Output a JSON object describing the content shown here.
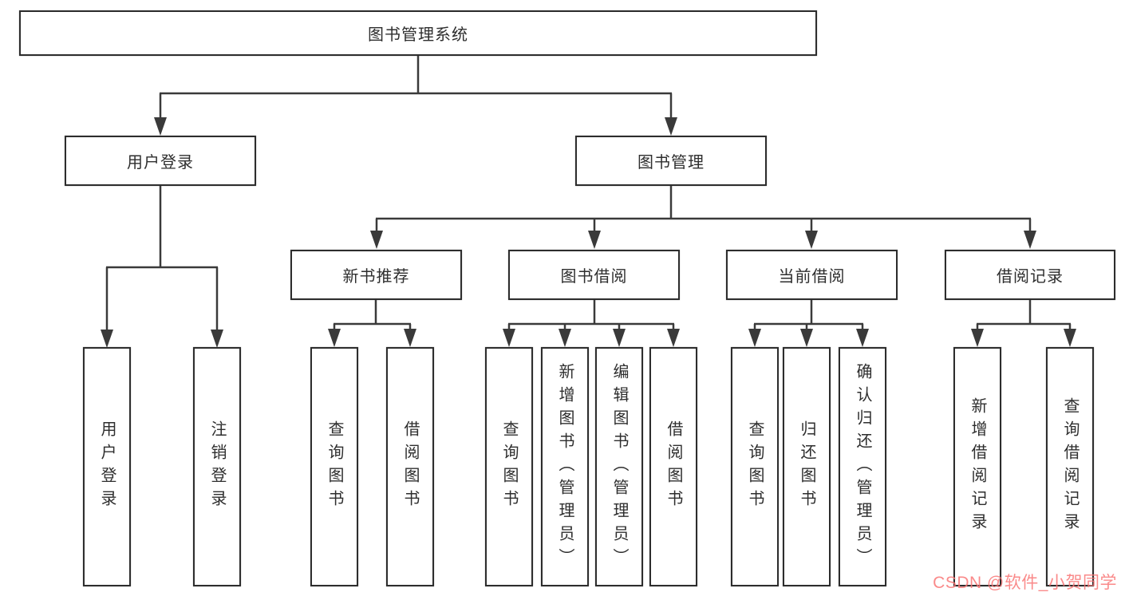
{
  "tree": {
    "label": "图书管理系统",
    "children": [
      {
        "label": "用户登录",
        "children": [
          {
            "label": "用户登录"
          },
          {
            "label": "注销登录"
          }
        ]
      },
      {
        "label": "图书管理",
        "children": [
          {
            "label": "新书推荐",
            "children": [
              {
                "label": "查询图书"
              },
              {
                "label": "借阅图书"
              }
            ]
          },
          {
            "label": "图书借阅",
            "children": [
              {
                "label": "查询图书"
              },
              {
                "label": "新增图书（管理员）"
              },
              {
                "label": "编辑图书（管理员）"
              },
              {
                "label": "借阅图书"
              }
            ]
          },
          {
            "label": "当前借阅",
            "children": [
              {
                "label": "查询图书"
              },
              {
                "label": "归还图书"
              },
              {
                "label": "确认归还（管理员）"
              }
            ]
          },
          {
            "label": "借阅记录",
            "children": [
              {
                "label": "新增借阅记录"
              },
              {
                "label": "查询借阅记录"
              }
            ]
          }
        ]
      }
    ]
  },
  "watermark": {
    "text": "CSDN @软件_小贺同学"
  },
  "colors": {
    "line": "#3a3a3a",
    "box_border": "#2d2d2d",
    "text": "#2e2e2e",
    "watermark": "#f97676",
    "background": "#ffffff"
  }
}
